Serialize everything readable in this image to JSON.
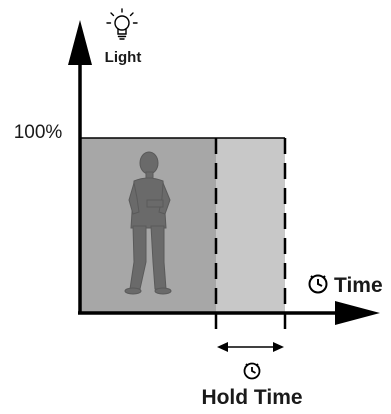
{
  "diagram": {
    "y_axis_label": "Light",
    "level_label": "100%",
    "x_axis_label": "Time",
    "hold_label": "Hold Time",
    "icons": {
      "y_axis": "lightbulb-icon",
      "x_axis": "clock-icon",
      "hold": "clock-icon",
      "occupancy": "person-figure-icon"
    },
    "colors": {
      "axis": "#000000",
      "occupied_fill": "#a7a7a7",
      "hold_fill": "#c8c8c8",
      "figure_fill": "#6a6a6a",
      "text": "#1a1a1a"
    }
  }
}
